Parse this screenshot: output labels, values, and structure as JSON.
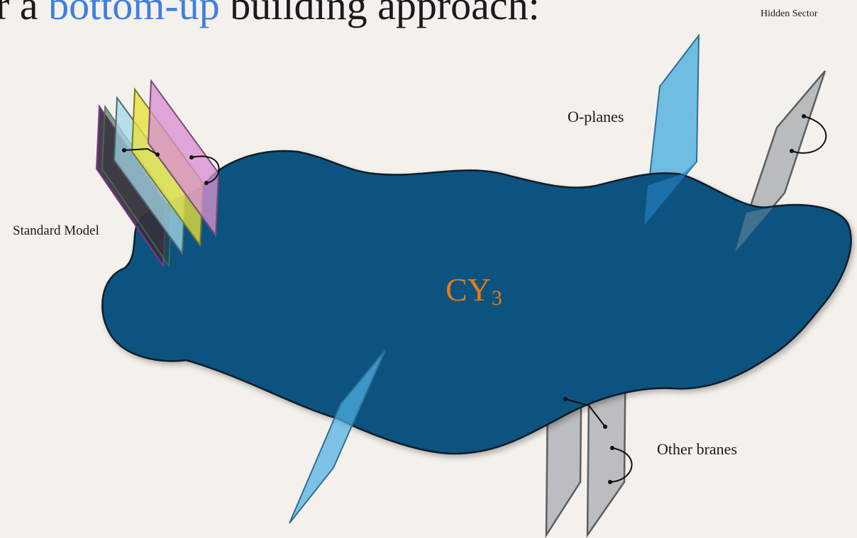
{
  "title": {
    "prefix": "r a ",
    "accent": "bottom-up",
    "suffix": " building approach:"
  },
  "labels": {
    "hidden_sector": "Hidden Sector",
    "o_planes": "O-planes",
    "standard_model": "Standard Model",
    "other_branes": "Other branes"
  },
  "manifold": {
    "name": "CY",
    "subscript": "3"
  },
  "colors": {
    "background": "#f4f1ec",
    "manifold": "#075280",
    "cy_label": "#ee7a12",
    "accent": "#3f7fe0",
    "brane_blue": "#4fb0e0",
    "brane_grey": "#a5a9ae",
    "brane_pink": "#d98fd2",
    "brane_yellow": "#e6e23a",
    "brane_cyan": "#a4d8e8",
    "brane_dark": "#3a2840"
  }
}
